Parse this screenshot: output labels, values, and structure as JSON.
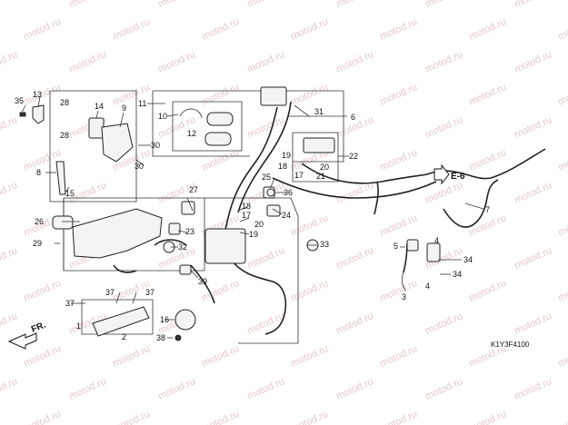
{
  "watermark": "motod.ru",
  "diagram_code": "K1Y3F4100",
  "direction_label": "FR.",
  "reference_label": "E-6",
  "callouts": [
    "1",
    "2",
    "3",
    "4",
    "5",
    "6",
    "7",
    "8",
    "9",
    "10",
    "11",
    "12",
    "13",
    "14",
    "15",
    "16",
    "17",
    "18",
    "19",
    "20",
    "21",
    "22",
    "23",
    "24",
    "25",
    "26",
    "27",
    "28",
    "29",
    "30",
    "31",
    "32",
    "33",
    "34",
    "35",
    "36",
    "37",
    "38",
    "39"
  ],
  "labels": {
    "c1": "1",
    "c2": "2",
    "c3": "3",
    "c4a": "4",
    "c4b": "4",
    "c5": "5",
    "c6": "6",
    "c7": "7",
    "c8": "8",
    "c9": "9",
    "c10": "10",
    "c11": "11",
    "c12": "12",
    "c13": "13",
    "c14": "14",
    "c15": "15",
    "c16": "16",
    "c17a": "17",
    "c17b": "17",
    "c18a": "18",
    "c18b": "18",
    "c19a": "19",
    "c19b": "19",
    "c20a": "20",
    "c20b": "20",
    "c21": "21",
    "c22": "22",
    "c23": "23",
    "c24": "24",
    "c25": "25",
    "c26": "26",
    "c27": "27",
    "c28a": "28",
    "c28b": "28",
    "c29": "29",
    "c30a": "30",
    "c30b": "30",
    "c31": "31",
    "c32": "32",
    "c33": "33",
    "c34a": "34",
    "c34b": "34",
    "c35": "35",
    "c36": "36",
    "c37a": "37",
    "c37b": "37",
    "c37c": "37",
    "c38": "38",
    "c39": "39"
  }
}
